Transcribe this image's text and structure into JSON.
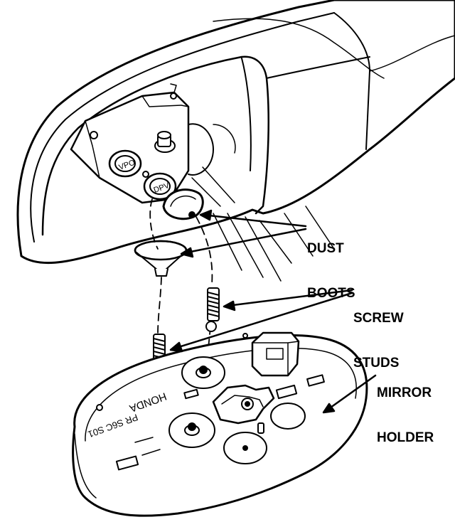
{
  "labels": {
    "dust_boots": [
      "DUST",
      "BOOTS"
    ],
    "screw_studs": [
      "SCREW",
      "STUDS"
    ],
    "mirror_holder": [
      "MIRROR",
      "HOLDER"
    ]
  },
  "part_markings": {
    "brand": "HONDA",
    "part_code": "PR S6C S01"
  },
  "colors": {
    "ink": "#000000",
    "paper": "#ffffff"
  }
}
